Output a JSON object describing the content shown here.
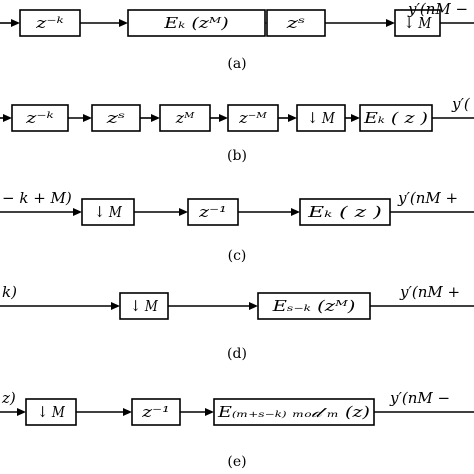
{
  "rows": [
    {
      "caption": "(a)",
      "input": "",
      "output": "y′(nM −",
      "blocks": [
        "z⁻ᵏ",
        "Eₖ (zᴹ)",
        "zˢ",
        "↓ M"
      ]
    },
    {
      "caption": "(b)",
      "input": "",
      "output": "y′(",
      "blocks": [
        "z⁻ᵏ",
        "zˢ",
        "zᴹ",
        "z⁻ᴹ",
        "↓ M",
        "Eₖ ( z )"
      ]
    },
    {
      "caption": "(c)",
      "input": "− k + M)",
      "output": "y′(nM +",
      "blocks": [
        "↓ M",
        "z⁻¹",
        "Eₖ ( z )"
      ]
    },
    {
      "caption": "(d)",
      "input": "k)",
      "output": "y′(nM +",
      "blocks": [
        "↓ M",
        "Eₛ₋ₖ (zᴹ)"
      ]
    },
    {
      "caption": "(e)",
      "input": "z)",
      "output": "y′(nM −",
      "blocks": [
        "↓ M",
        "z⁻¹",
        "E₍ₘ₊ₛ₋ₖ₎ ₘₒ𝒹 ₘ (z)"
      ]
    }
  ]
}
